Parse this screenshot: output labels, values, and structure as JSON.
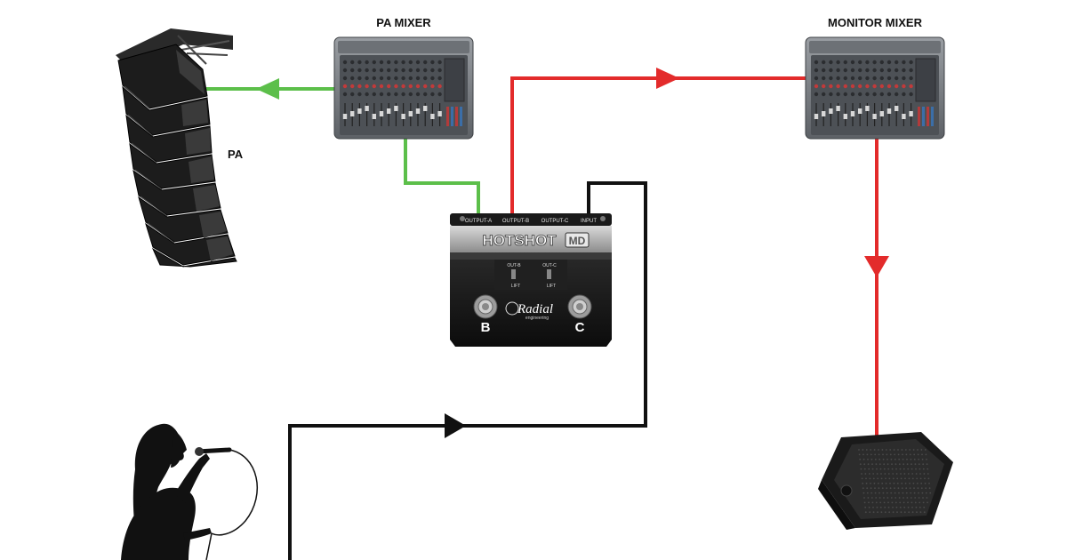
{
  "labels": {
    "pa_mixer": "PA MIXER",
    "monitor_mixer": "MONITOR MIXER",
    "pa": "PA"
  },
  "pedal": {
    "brand_title": "HOTSHOT",
    "model_badge": "MD",
    "output_a": "OUTPUT-A",
    "output_b": "OUTPUT-B",
    "output_c": "OUTPUT-C",
    "input": "INPUT",
    "switch_b_label": "OUT-B",
    "switch_c_label": "OUT-C",
    "lift_b": "LIFT",
    "lift_c": "LIFT",
    "footswitch_b": "B",
    "footswitch_c": "C",
    "logo_text": "Radial",
    "logo_sub": "engineering"
  },
  "colors": {
    "green_signal": "#5cbf4a",
    "red_signal": "#e32b2b",
    "black_signal": "#111111"
  }
}
